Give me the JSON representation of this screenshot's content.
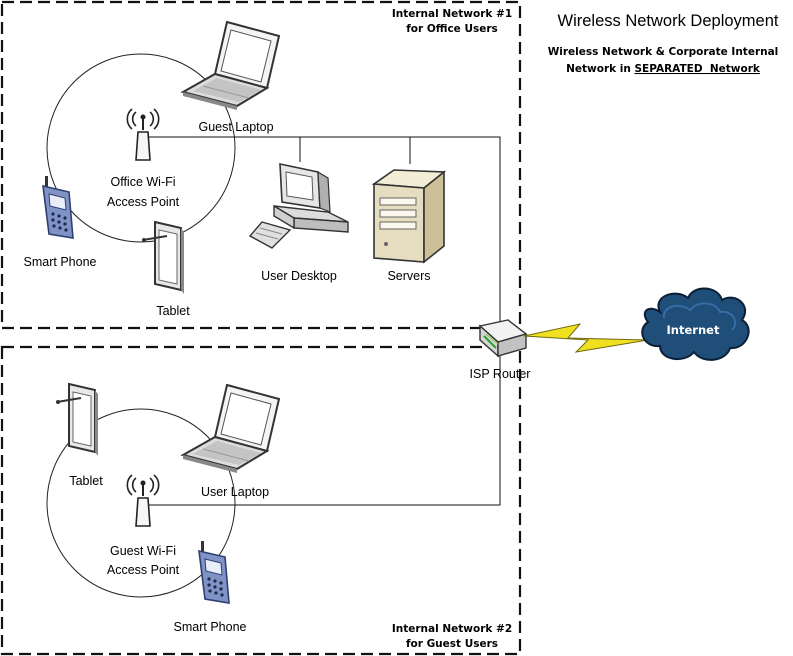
{
  "title": "Wireless Network Deployment",
  "subtitle": {
    "line1": "Wireless Network & Corporate Internal",
    "line2_prefix": "Network in ",
    "line2_emph": "SEPARATED",
    "line2_suffix": "  Network"
  },
  "zone_office": {
    "line1": "Internal Network #1",
    "line2": "for Office Users"
  },
  "zone_guest": {
    "line1": "Internal Network #2",
    "line2": "for Guest Users"
  },
  "office": {
    "laptop": "Guest Laptop",
    "ap_line1": "Office Wi-Fi",
    "ap_line2": "Access Point",
    "phone": "Smart Phone",
    "tablet": "Tablet",
    "desktop": "User Desktop",
    "servers": "Servers"
  },
  "guest": {
    "tablet": "Tablet",
    "laptop": "User Laptop",
    "ap_line1": "Guest Wi-Fi",
    "ap_line2": "Access Point",
    "phone": "Smart Phone"
  },
  "router": "ISP Router",
  "internet": "Internet",
  "colors": {
    "cloud": "#1f4e79",
    "lightning": "#f0e020",
    "phone_body": "#7f93c6",
    "server_body": "#e6dcc0"
  }
}
